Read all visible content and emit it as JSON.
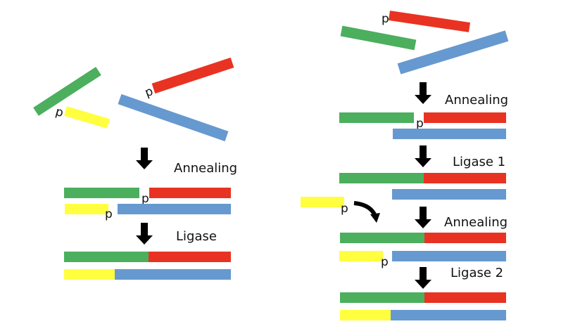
{
  "colors": {
    "green": "#4caf5e",
    "red": "#e83323",
    "blue": "#6699cf",
    "yellow": "#ffff40",
    "arrow": "#000000"
  },
  "phosphate_label": "p",
  "left_panel": {
    "free_fragments": [
      "green",
      "yellow",
      "red",
      "blue"
    ],
    "steps": [
      {
        "label": "Annealing"
      },
      {
        "label": "Ligase"
      }
    ],
    "annealed": {
      "top_strand": [
        "green",
        "red"
      ],
      "bottom_strand": [
        "yellow",
        "blue"
      ],
      "nicks": 2
    },
    "ligated": {
      "top_strand": [
        "green",
        "red"
      ],
      "bottom_strand": [
        "yellow",
        "blue"
      ]
    }
  },
  "right_panel": {
    "free_fragments": [
      "red",
      "green",
      "blue"
    ],
    "steps": [
      {
        "label": "Annealing"
      },
      {
        "label": "Ligase 1"
      },
      {
        "label": "Annealing"
      },
      {
        "label": "Ligase 2"
      }
    ],
    "annealed_1": {
      "top_strand": [
        "green",
        "red"
      ],
      "bottom_strand": [
        "blue"
      ],
      "nicks": 1
    },
    "ligated_1": {
      "top_strand": [
        "green",
        "red"
      ],
      "bottom_strand": [
        "blue"
      ]
    },
    "added_fragment": "yellow",
    "annealed_2": {
      "top_strand": [
        "green",
        "red"
      ],
      "bottom_strand": [
        "yellow",
        "blue"
      ],
      "nicks": 1
    },
    "ligated_2": {
      "top_strand": [
        "green",
        "red"
      ],
      "bottom_strand": [
        "yellow",
        "blue"
      ]
    }
  }
}
